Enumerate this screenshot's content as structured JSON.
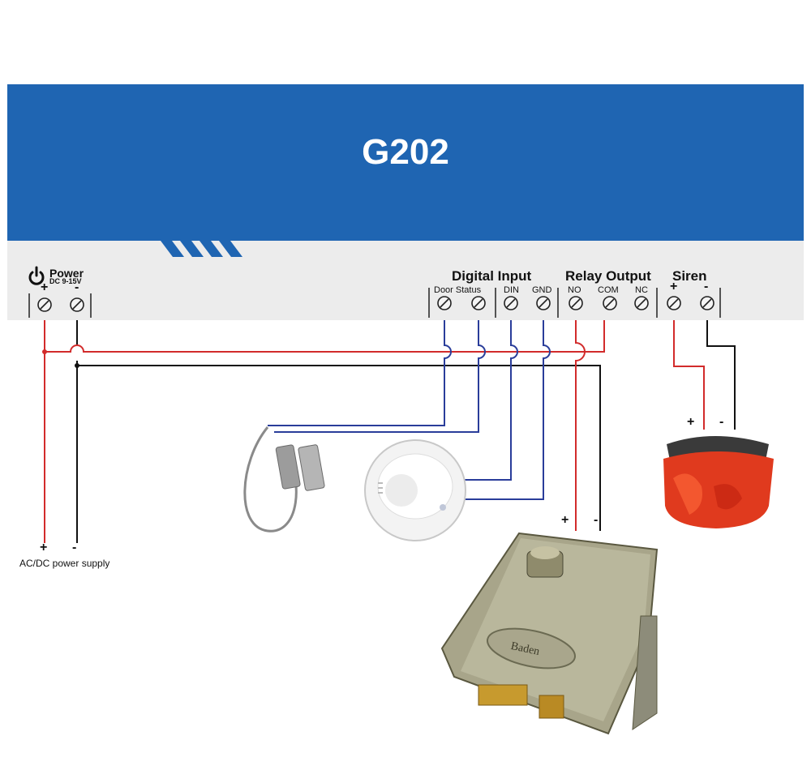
{
  "device": {
    "model": "G202",
    "color": "#1f65b2"
  },
  "terminals": {
    "power": {
      "label": "Power",
      "sublabel": "DC 9-15V",
      "pins": [
        "+",
        "-"
      ],
      "icon": "power-icon"
    },
    "digital_input": {
      "label": "Digital Input",
      "pins": [
        "Door Status",
        "DIN",
        "GND"
      ]
    },
    "relay_output": {
      "label": "Relay Output",
      "pins": [
        "NO",
        "COM",
        "NC"
      ]
    },
    "siren": {
      "label": "Siren",
      "pins": [
        "+",
        "-"
      ]
    }
  },
  "power_supply": {
    "plus": "+",
    "minus": "-",
    "label": "AC/DC power supply"
  },
  "siren_device": {
    "plus": "+",
    "minus": "-",
    "icon": "siren-icon"
  },
  "lock_device": {
    "plus": "+",
    "minus": "-",
    "brand": "Baden",
    "icon": "electric-lock-icon"
  },
  "sensors": {
    "door_sensor": "door-sensor-icon",
    "smoke_detector": "smoke-detector-icon"
  },
  "wire_colors": {
    "positive": "#d22b2b",
    "negative": "#111111",
    "signal": "#2a3d9a"
  }
}
